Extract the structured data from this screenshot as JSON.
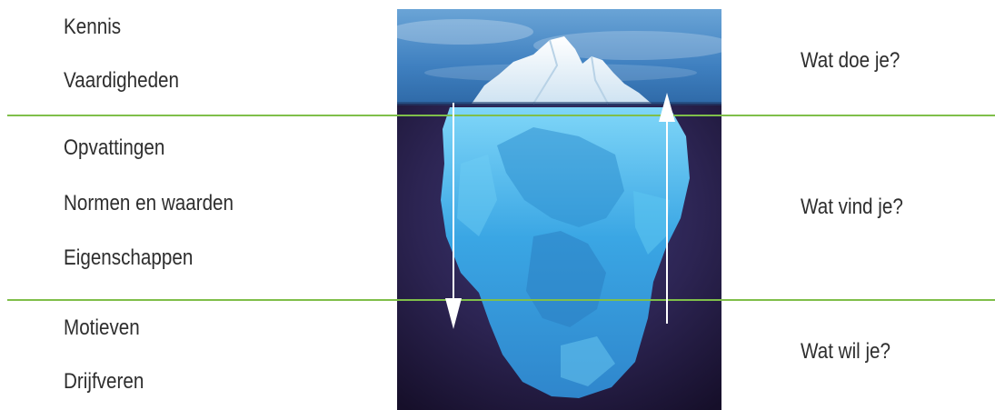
{
  "left_labels": {
    "kennis": "Kennis",
    "vaardigheden": "Vaardigheden",
    "opvattingen": "Opvattingen",
    "normen": "Normen en waarden",
    "eigenschappen": "Eigenschappen",
    "motieven": "Motieven",
    "drijfveren": "Drijfveren"
  },
  "right_labels": {
    "top": "Wat doe je?",
    "middle": "Wat vind je?",
    "bottom": "Wat wil je?"
  },
  "colors": {
    "divider": "#7fbf4a",
    "text": "#2e2e2e",
    "sky": "#3f7fbf",
    "deep_water": "#241a3e",
    "ice": "#4fb8ec"
  },
  "icons": {
    "down_arrow": "arrow-down-icon",
    "up_arrow": "arrow-up-icon"
  }
}
